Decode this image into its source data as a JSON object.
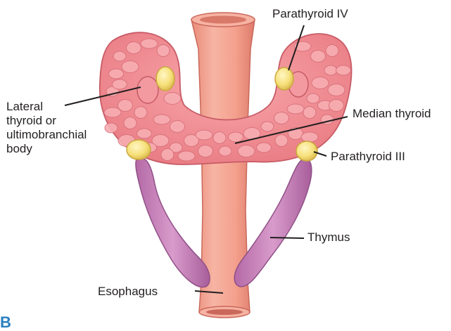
{
  "labels": {
    "parathyroid_iv": "Parathyroid IV",
    "lateral_thyroid": [
      "Lateral",
      "thyroid or",
      "ultimobranchial",
      "body"
    ],
    "median_thyroid": "Median thyroid",
    "parathyroid_iii": "Parathyroid III",
    "thymus": "Thymus",
    "esophagus": "Esophagus"
  },
  "panel_letter": "B",
  "colors": {
    "esophagus_fill": "#f4a38f",
    "esophagus_stroke": "#c9685b",
    "thyroid_fill": "#f08a90",
    "thyroid_stroke": "#c75b66",
    "lobule_fill": "#f7a9ad",
    "parathyroid_fill": "#f6e07a",
    "parathyroid_stroke": "#c9a83c",
    "thymus_fill": "#c783bb",
    "thymus_stroke": "#8f4f86",
    "leader_line": "#231f20",
    "panel_letter": "#2a7fc1"
  }
}
